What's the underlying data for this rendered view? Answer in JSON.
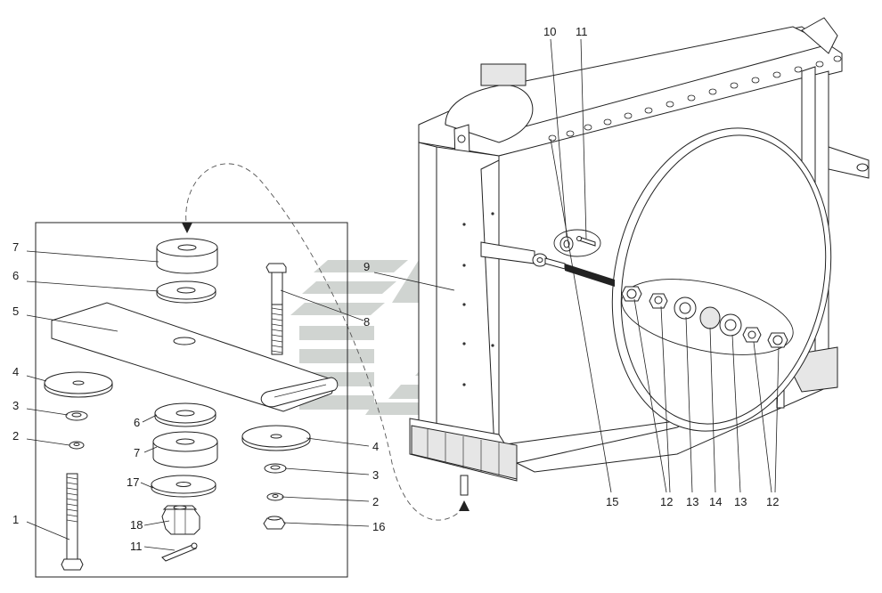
{
  "diagram": {
    "callouts_inset": {
      "c1": "1",
      "c2a": "2",
      "c2b": "2",
      "c3a": "3",
      "c3b": "3",
      "c4a": "4",
      "c4b": "4",
      "c5": "5",
      "c6a": "6",
      "c6b": "6",
      "c7a": "7",
      "c7b": "7",
      "c8": "8",
      "c11": "11",
      "c16": "16",
      "c17": "17",
      "c18": "18"
    },
    "callouts_main": {
      "c9": "9",
      "c10": "10",
      "c11": "11",
      "c15": "15",
      "c12a": "12",
      "c13a": "13",
      "c14": "14",
      "c13b": "13",
      "c12b": "12"
    },
    "colors": {
      "line": "#222222",
      "watermark": "#c8cdc9",
      "grey_fill": "#e6e6e6"
    }
  }
}
